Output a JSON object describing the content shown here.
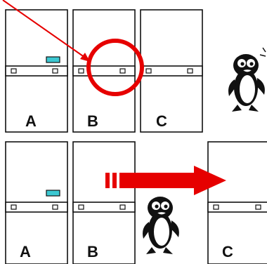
{
  "top_row": {
    "lockers": [
      {
        "label": "A",
        "has_indicator": true
      },
      {
        "label": "B",
        "has_indicator": false
      },
      {
        "label": "C",
        "has_indicator": false
      }
    ]
  },
  "bottom_row": {
    "lockers": [
      {
        "label": "A",
        "has_indicator": true
      },
      {
        "label": "B",
        "has_indicator": false
      },
      {
        "label": "C",
        "has_indicator": false
      }
    ]
  },
  "colors": {
    "highlight_red": "#e60000",
    "indicator_cyan": "#3cc8d2",
    "outline": "#111111"
  },
  "icons": [
    "penguin-icon",
    "penguin-icon",
    "red-arrow-icon",
    "red-circle-highlight"
  ]
}
